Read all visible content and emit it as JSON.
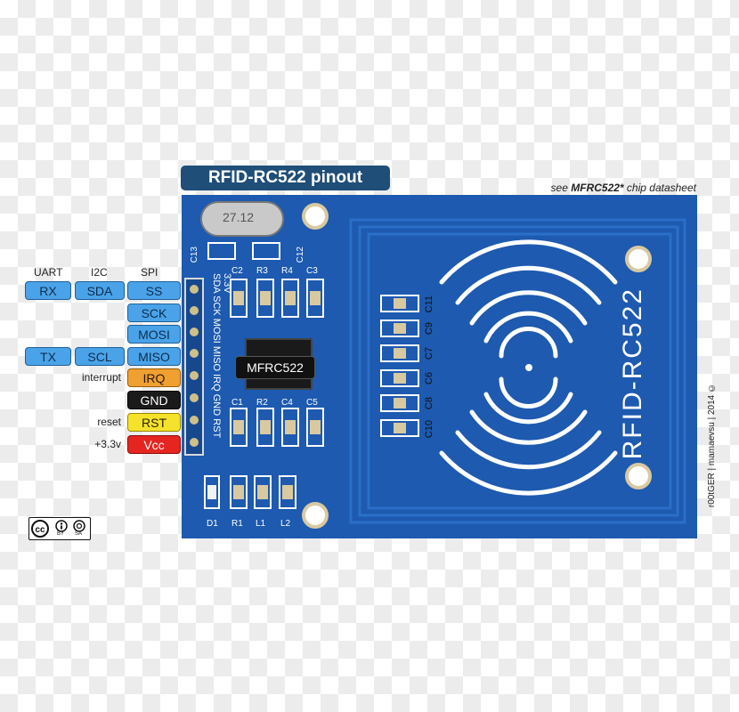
{
  "title": "RFID-RC522 pinout",
  "note_prefix": "see ",
  "note_bold": "MFRC522*",
  "note_suffix": " chip datasheet",
  "column_headers": {
    "uart": "UART",
    "i2c": "I2C",
    "spi": "SPI"
  },
  "pins": [
    {
      "spi": "SS",
      "i2c": "SDA",
      "uart": "RX",
      "color": "#4aa3e8"
    },
    {
      "spi": "SCK",
      "color": "#4aa3e8"
    },
    {
      "spi": "MOSI",
      "color": "#4aa3e8"
    },
    {
      "spi": "MISO",
      "i2c": "SCL",
      "uart": "TX",
      "color": "#4aa3e8"
    },
    {
      "spi": "IRQ",
      "desc": "interrupt",
      "color": "#f0a030"
    },
    {
      "spi": "GND",
      "color": "#1a1a1a"
    },
    {
      "spi": "RST",
      "desc": "reset",
      "color": "#f5e22a"
    },
    {
      "spi": "Vcc",
      "desc": "+3.3v",
      "color": "#e5251f"
    }
  ],
  "board": {
    "chip_label": "MFRC522",
    "antenna_label": "RFID-RC522",
    "crystal": "27.12",
    "header_silkscreen": "SDA SCK MOSI MISO IRQ GND RST 3.3V",
    "components_top": [
      "C2",
      "R3",
      "R4",
      "C3"
    ],
    "components_mid": [
      "C1",
      "R2",
      "C4",
      "C5"
    ],
    "components_bottom": [
      "D1",
      "R1",
      "L1",
      "L2"
    ],
    "crystal_caps": [
      "C13",
      "C12"
    ],
    "antenna_caps": [
      "C11",
      "C9",
      "C7",
      "C6",
      "C8",
      "C10"
    ],
    "credit": "r00tGER | mamaevsu | 2014 ©"
  },
  "license": {
    "by": "BY",
    "sa": "SA"
  }
}
